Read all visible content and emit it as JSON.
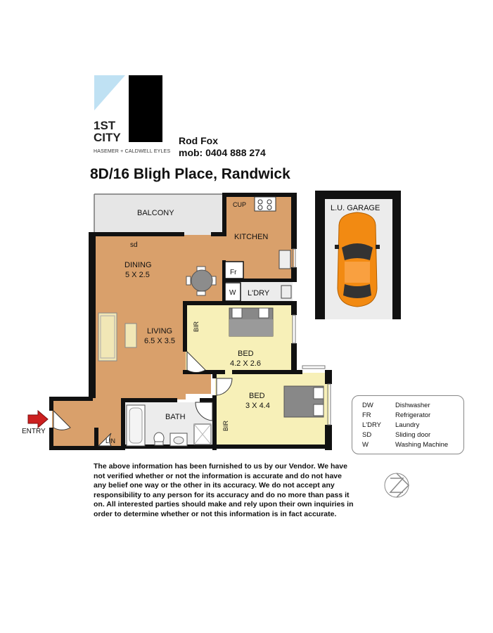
{
  "brand": {
    "logo_text": "1ST CITY",
    "logo_sub": "HASEMER + CALDWELL EYLES"
  },
  "agent": {
    "name": "Rod Fox",
    "mobile": "mob: 0404 888 274"
  },
  "address": "8D/16 Bligh Place, Randwick",
  "rooms": {
    "balcony": "BALCONY",
    "cup": "CUP",
    "kitchen": "KITCHEN",
    "sd": "sd",
    "dining": "DINING",
    "dining_size": "5 X 2.5",
    "fr": "Fr",
    "w": "W",
    "laundry": "L'DRY",
    "living": "LIVING",
    "living_size": "6.5 X 3.5",
    "bir1": "BIR",
    "bed1": "BED",
    "bed1_size": "4.2 X 2.6",
    "bed2": "BED",
    "bed2_size": "3 X 4.4",
    "bir2": "BIR",
    "bath": "BATH",
    "lin": "LIN",
    "entry": "ENTRY",
    "garage": "L.U. GARAGE"
  },
  "legend": [
    {
      "key": "DW",
      "value": "Dishwasher"
    },
    {
      "key": "FR",
      "value": "Refrigerator"
    },
    {
      "key": "L'DRY",
      "value": "Laundry"
    },
    {
      "key": "SD",
      "value": "Sliding door"
    },
    {
      "key": "W",
      "value": "Washing Machine"
    }
  ],
  "compass": "N",
  "disclaimer": "The above information has been furnished to us by our Vendor. We have not verified whether or not the information is accurate and do not have any belief one way or the other in its accuracy. We do not accept any responsibility to any person for its accuracy and do no more than pass it on.  All interested parties should make and rely upon their own inquiries in order to determine whether or not this information is in fact accurate.",
  "colors": {
    "living": "#d9a06b",
    "bedroom": "#f7f0b8",
    "wet": "#ececec",
    "wall": "#111111",
    "car": "#f28a12",
    "entry_arrow": "#cc1f1f"
  }
}
